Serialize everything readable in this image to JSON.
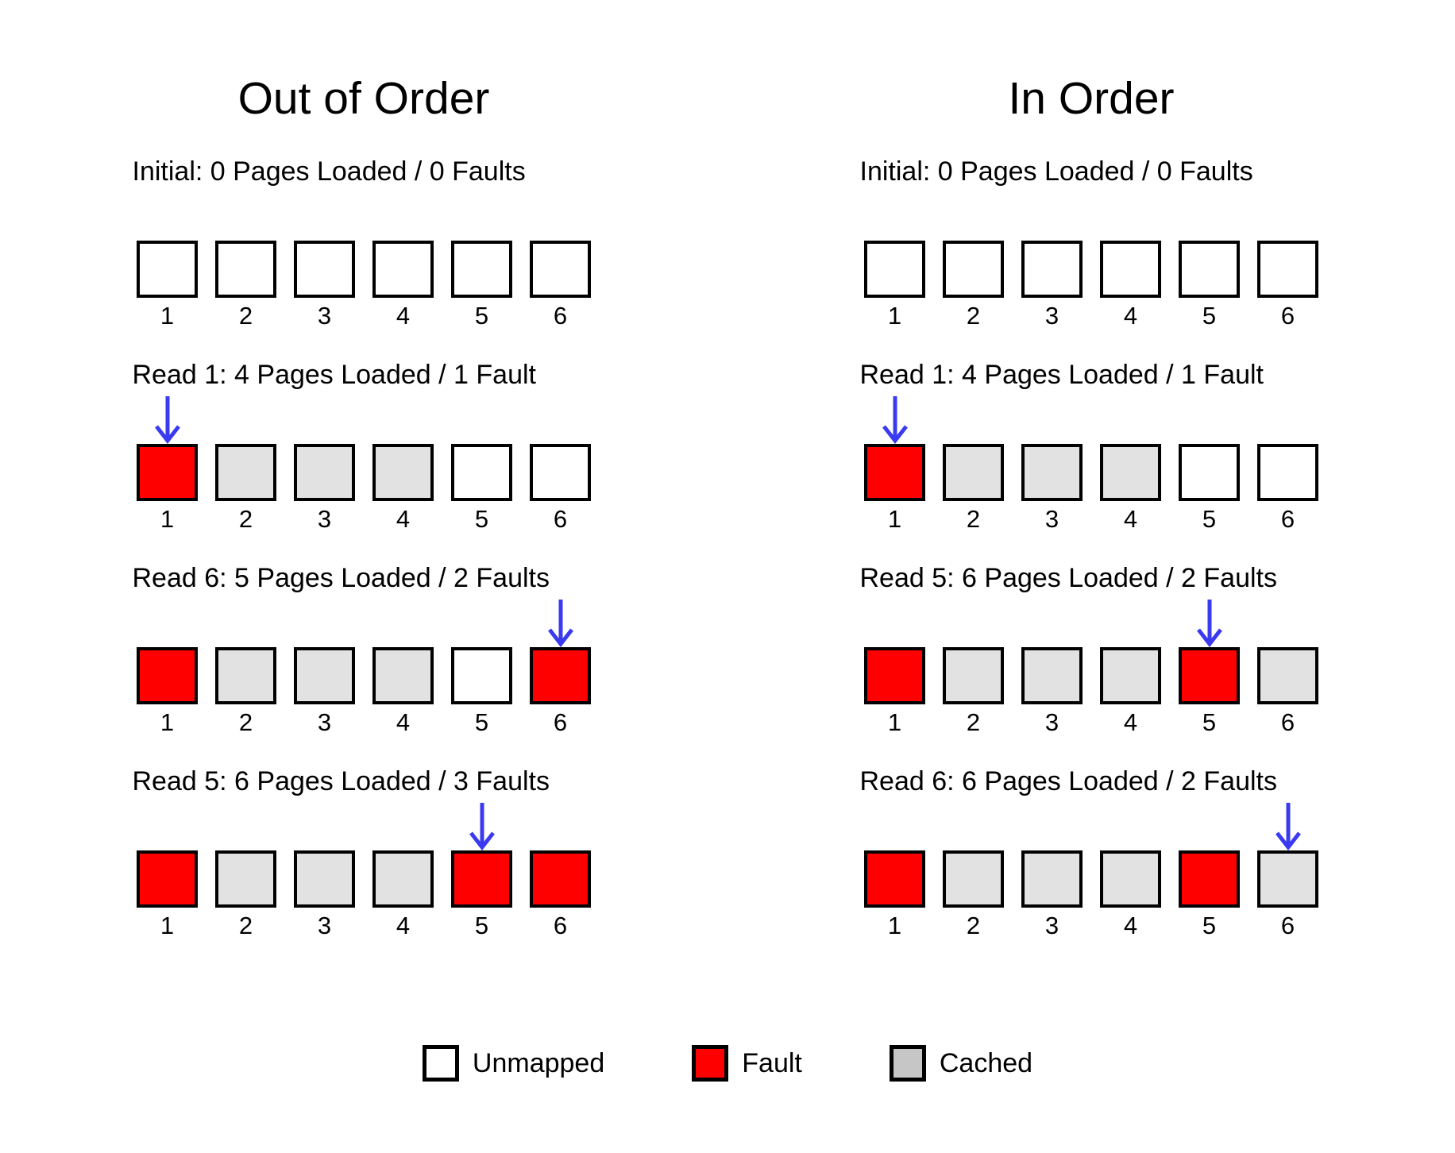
{
  "colors": {
    "unmapped": "#ffffff",
    "fault": "#ff0000",
    "cached": "#e2e2e2",
    "cached_legend": "#c6c6c6",
    "arrow": "#3a3af0",
    "outline": "#000000",
    "background": "#ffffff"
  },
  "columns": [
    {
      "title": "Out of Order",
      "steps": [
        {
          "caption": "Initial: 0 Pages Loaded / 0 Faults",
          "arrow_index": null,
          "cells": [
            {
              "label": "1",
              "state": "unmapped"
            },
            {
              "label": "2",
              "state": "unmapped"
            },
            {
              "label": "3",
              "state": "unmapped"
            },
            {
              "label": "4",
              "state": "unmapped"
            },
            {
              "label": "5",
              "state": "unmapped"
            },
            {
              "label": "6",
              "state": "unmapped"
            }
          ]
        },
        {
          "caption": "Read 1: 4 Pages Loaded / 1 Fault",
          "arrow_index": 0,
          "cells": [
            {
              "label": "1",
              "state": "fault"
            },
            {
              "label": "2",
              "state": "cached"
            },
            {
              "label": "3",
              "state": "cached"
            },
            {
              "label": "4",
              "state": "cached"
            },
            {
              "label": "5",
              "state": "unmapped"
            },
            {
              "label": "6",
              "state": "unmapped"
            }
          ]
        },
        {
          "caption": "Read 6: 5 Pages Loaded / 2 Faults",
          "arrow_index": 5,
          "cells": [
            {
              "label": "1",
              "state": "fault"
            },
            {
              "label": "2",
              "state": "cached"
            },
            {
              "label": "3",
              "state": "cached"
            },
            {
              "label": "4",
              "state": "cached"
            },
            {
              "label": "5",
              "state": "unmapped"
            },
            {
              "label": "6",
              "state": "fault"
            }
          ]
        },
        {
          "caption": "Read 5: 6 Pages Loaded / 3 Faults",
          "arrow_index": 4,
          "cells": [
            {
              "label": "1",
              "state": "fault"
            },
            {
              "label": "2",
              "state": "cached"
            },
            {
              "label": "3",
              "state": "cached"
            },
            {
              "label": "4",
              "state": "cached"
            },
            {
              "label": "5",
              "state": "fault"
            },
            {
              "label": "6",
              "state": "fault"
            }
          ]
        }
      ]
    },
    {
      "title": "In Order",
      "steps": [
        {
          "caption": "Initial: 0 Pages Loaded / 0 Faults",
          "arrow_index": null,
          "cells": [
            {
              "label": "1",
              "state": "unmapped"
            },
            {
              "label": "2",
              "state": "unmapped"
            },
            {
              "label": "3",
              "state": "unmapped"
            },
            {
              "label": "4",
              "state": "unmapped"
            },
            {
              "label": "5",
              "state": "unmapped"
            },
            {
              "label": "6",
              "state": "unmapped"
            }
          ]
        },
        {
          "caption": "Read 1: 4 Pages Loaded / 1 Fault",
          "arrow_index": 0,
          "cells": [
            {
              "label": "1",
              "state": "fault"
            },
            {
              "label": "2",
              "state": "cached"
            },
            {
              "label": "3",
              "state": "cached"
            },
            {
              "label": "4",
              "state": "cached"
            },
            {
              "label": "5",
              "state": "unmapped"
            },
            {
              "label": "6",
              "state": "unmapped"
            }
          ]
        },
        {
          "caption": "Read 5: 6 Pages Loaded / 2 Faults",
          "arrow_index": 4,
          "cells": [
            {
              "label": "1",
              "state": "fault"
            },
            {
              "label": "2",
              "state": "cached"
            },
            {
              "label": "3",
              "state": "cached"
            },
            {
              "label": "4",
              "state": "cached"
            },
            {
              "label": "5",
              "state": "fault"
            },
            {
              "label": "6",
              "state": "cached"
            }
          ]
        },
        {
          "caption": "Read 6: 6 Pages Loaded / 2 Faults",
          "arrow_index": 5,
          "cells": [
            {
              "label": "1",
              "state": "fault"
            },
            {
              "label": "2",
              "state": "cached"
            },
            {
              "label": "3",
              "state": "cached"
            },
            {
              "label": "4",
              "state": "cached"
            },
            {
              "label": "5",
              "state": "fault"
            },
            {
              "label": "6",
              "state": "cached"
            }
          ]
        }
      ]
    }
  ],
  "legend": [
    {
      "label": "Unmapped",
      "state": "unmapped"
    },
    {
      "label": "Fault",
      "state": "fault"
    },
    {
      "label": "Cached",
      "state": "cached"
    }
  ]
}
